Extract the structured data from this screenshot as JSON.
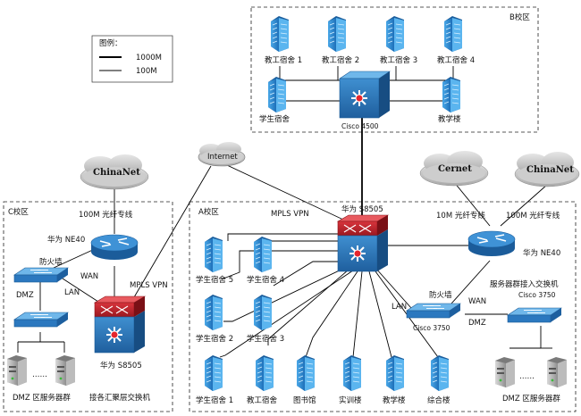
{
  "legend": {
    "title": "图例：",
    "items": [
      {
        "label": "1000M",
        "style": "thick"
      },
      {
        "label": "100M",
        "style": "thin"
      }
    ]
  },
  "zones": {
    "b": "B校区",
    "a": "A校区",
    "c": "C校区"
  },
  "campus_b": {
    "buildings": [
      "教工宿舍 1",
      "教工宿舍 2",
      "教工宿舍 3",
      "教工宿舍 4",
      "学生宿舍",
      "教学楼"
    ],
    "core_switch": "Cisco 4500"
  },
  "internet": {
    "cloud": "Internet",
    "mpls_a": "MPLS VPN",
    "mpls_c": "MPLS VPN"
  },
  "campus_a": {
    "core_switch": "华为 S8505",
    "buildings": [
      "学生宿舍 5",
      "学生宿舍 4",
      "学生宿舍 2",
      "学生宿舍 3",
      "学生宿舍 1",
      "教工宿舍",
      "图书馆",
      "实训楼",
      "教学楼",
      "综合楼"
    ],
    "cernet": "Cernet",
    "chinanet": "ChinaNet",
    "link_cernet": "10M 光纤专线",
    "link_chinanet": "100M 光纤专线",
    "router": "华为 NE40",
    "firewall": "防火墙",
    "firewall_model": "Cisco 3750",
    "wan": "WAN",
    "lan": "LAN",
    "dmz": "DMZ",
    "server_access": "服务器群接入交换机",
    "server_access_model": "Cisco 3750",
    "dmz_servers": "DMZ 区服务器群",
    "dots": "……"
  },
  "campus_c": {
    "chinanet": "ChinaNet",
    "link": "100M 光纤专线",
    "router": "华为 NE40",
    "firewall": "防火墙",
    "wan": "WAN",
    "lan": "LAN",
    "dmz": "DMZ",
    "core_switch": "华为 S8505",
    "core_caption": "接各汇聚层交换机",
    "dmz_servers": "DMZ 区服务器群",
    "dots": "……"
  }
}
